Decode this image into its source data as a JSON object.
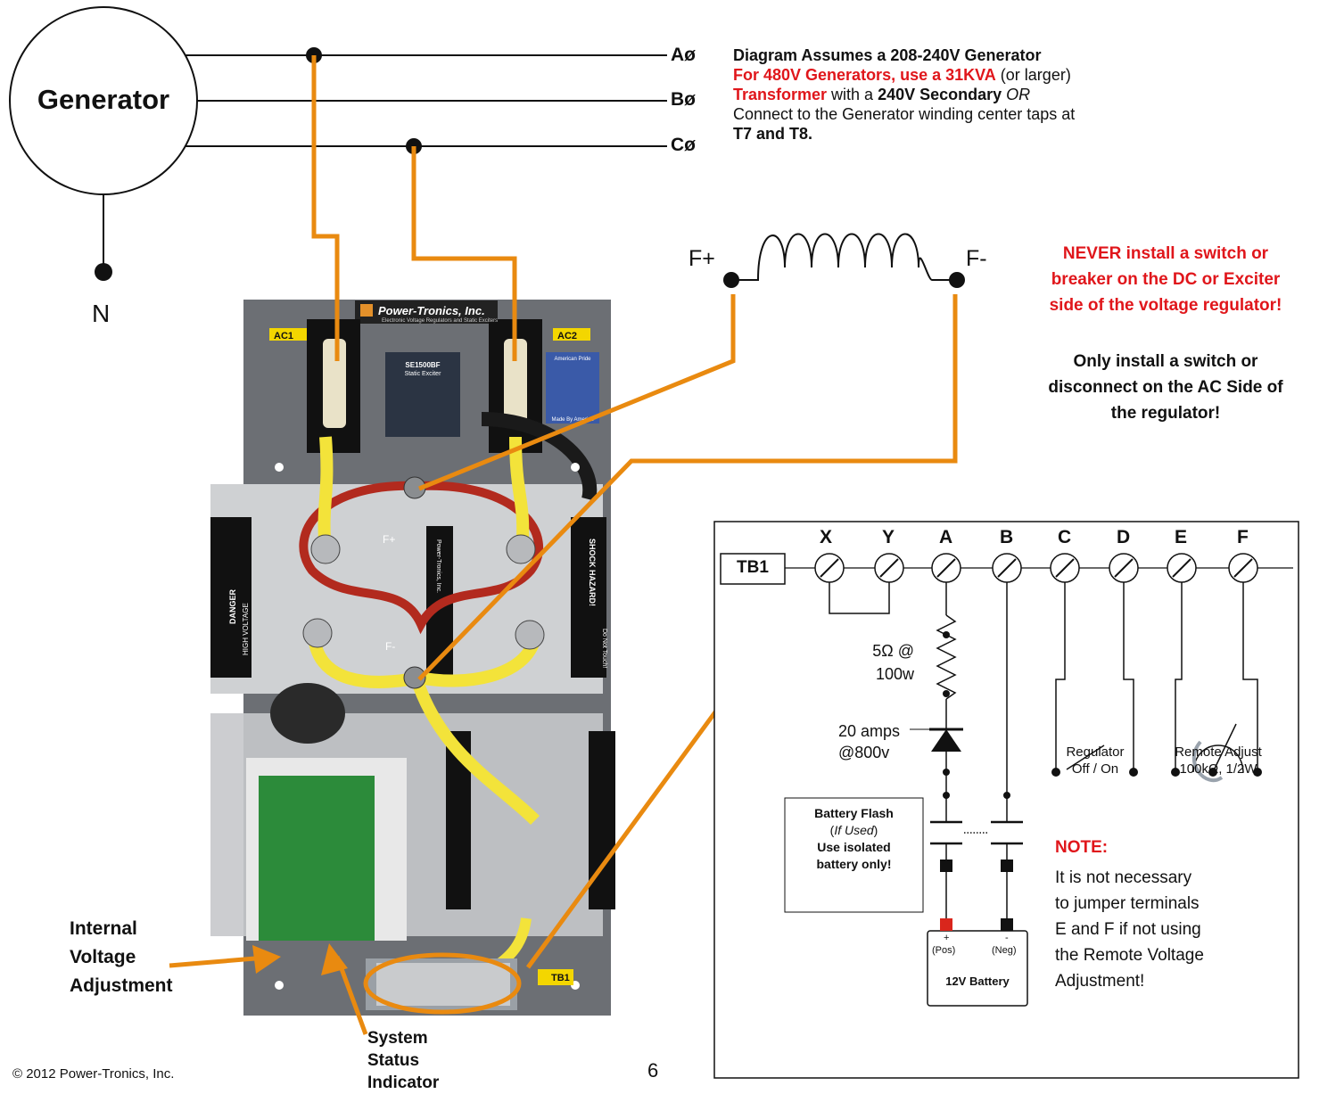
{
  "generator": {
    "label": "Generator",
    "neutral": "N",
    "phases": [
      "Aø",
      "Bø",
      "Cø"
    ]
  },
  "notes": {
    "assume": "Diagram Assumes a 208-240V Generator",
    "l2_red": "For 480V Generators, use a 31KVA",
    "l2_tail": " (or larger)",
    "l3_red": "Transformer",
    "l3_mid": " with a ",
    "l3_bold": "240V Secondary",
    "l3_or": " OR",
    "l4": "Connect to the Generator winding center taps at",
    "l5": "T7 and T8."
  },
  "field": {
    "plus": "F+",
    "minus": "F-"
  },
  "warning": {
    "never_1": "NEVER install a switch or",
    "never_2": "breaker on the DC or Exciter",
    "never_3": "side of the voltage regulator!",
    "only_1": "Only install a switch or",
    "only_2": "disconnect on the AC Side of",
    "only_3": "the regulator!"
  },
  "photo": {
    "brand": "Power-Tronics, Inc.",
    "brand_sub": "Electronic Voltage Regulators and Static Exciters",
    "ac1": "AC1",
    "ac2": "AC2",
    "model": "SE1500BF",
    "model_sub": "Static Exciter",
    "flag_top": "American Pride",
    "flag_bottom": "Made By America",
    "fplus": "F+",
    "fminus": "F-",
    "tb1": "TB1",
    "danger": "DANGER",
    "high_voltage": "HIGH VOLTAGE",
    "shock": "SHOCK HAZARD!",
    "do_not_touch": "Do Not Touch!"
  },
  "labels": {
    "internal": [
      "Internal",
      "Voltage",
      "Adjustment"
    ],
    "system": [
      "System",
      "Status",
      "Indicator"
    ]
  },
  "tb1_diagram": {
    "tb_label": "TB1",
    "terminals": [
      "X",
      "Y",
      "A",
      "B",
      "C",
      "D",
      "E",
      "F"
    ],
    "resistor": [
      "5Ω @",
      "100w"
    ],
    "diode": [
      "20 amps",
      "@800v"
    ],
    "regulator": [
      "Regulator",
      "Off / On"
    ],
    "remote": [
      "Remote Adjust",
      "100kΩ, 1/2W"
    ],
    "battery_flash": {
      "title": "Battery Flash",
      "used": "If Used",
      "l3": "Use isolated",
      "l4": "battery only!"
    },
    "battery": {
      "pos": "+",
      "neg": "-",
      "pos_label": "(Pos)",
      "neg_label": "(Neg)",
      "name": "12V Battery"
    },
    "note_title": "NOTE:",
    "note_lines": [
      "It is not necessary",
      "to jumper terminals",
      "E and F if not using",
      "the Remote Voltage",
      "Adjustment!"
    ]
  },
  "footer": {
    "copyright": "© 2012 Power-Tronics, Inc.",
    "page": "6"
  }
}
